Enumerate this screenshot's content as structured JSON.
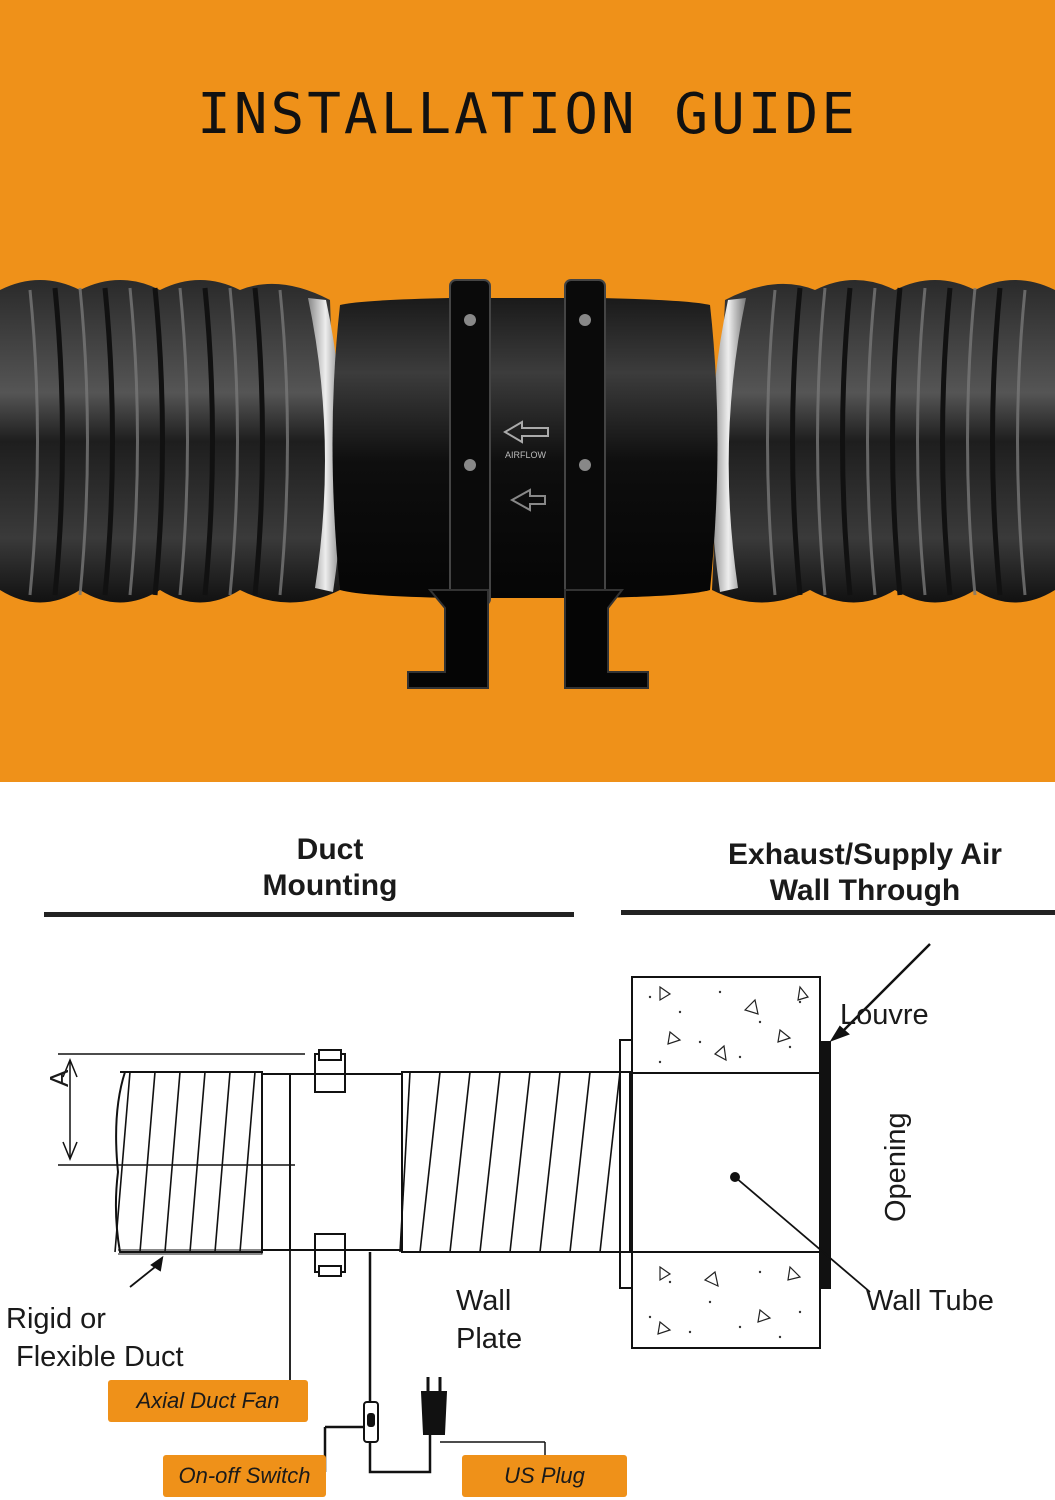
{
  "hero": {
    "title": "INSTALLATION GUIDE",
    "airflow_text": "AIRFLOW",
    "background_color": "#ef9119"
  },
  "sections": {
    "duct_mounting": {
      "title_line1": "Duct",
      "title_line2": "Mounting"
    },
    "wall_through": {
      "title_line1": "Exhaust/Supply Air",
      "title_line2": "Wall Through"
    }
  },
  "labels": {
    "dimension": "A",
    "duct_line1": "Rigid or",
    "duct_line2": "Flexible Duct",
    "wall_plate_line1": "Wall",
    "wall_plate_line2": "Plate",
    "louvre": "Louvre",
    "opening": "Opening",
    "wall_tube": "Wall Tube"
  },
  "tags": {
    "axial_duct_fan": "Axial Duct Fan",
    "on_off_switch": "On-off Switch",
    "us_plug": "US Plug"
  }
}
